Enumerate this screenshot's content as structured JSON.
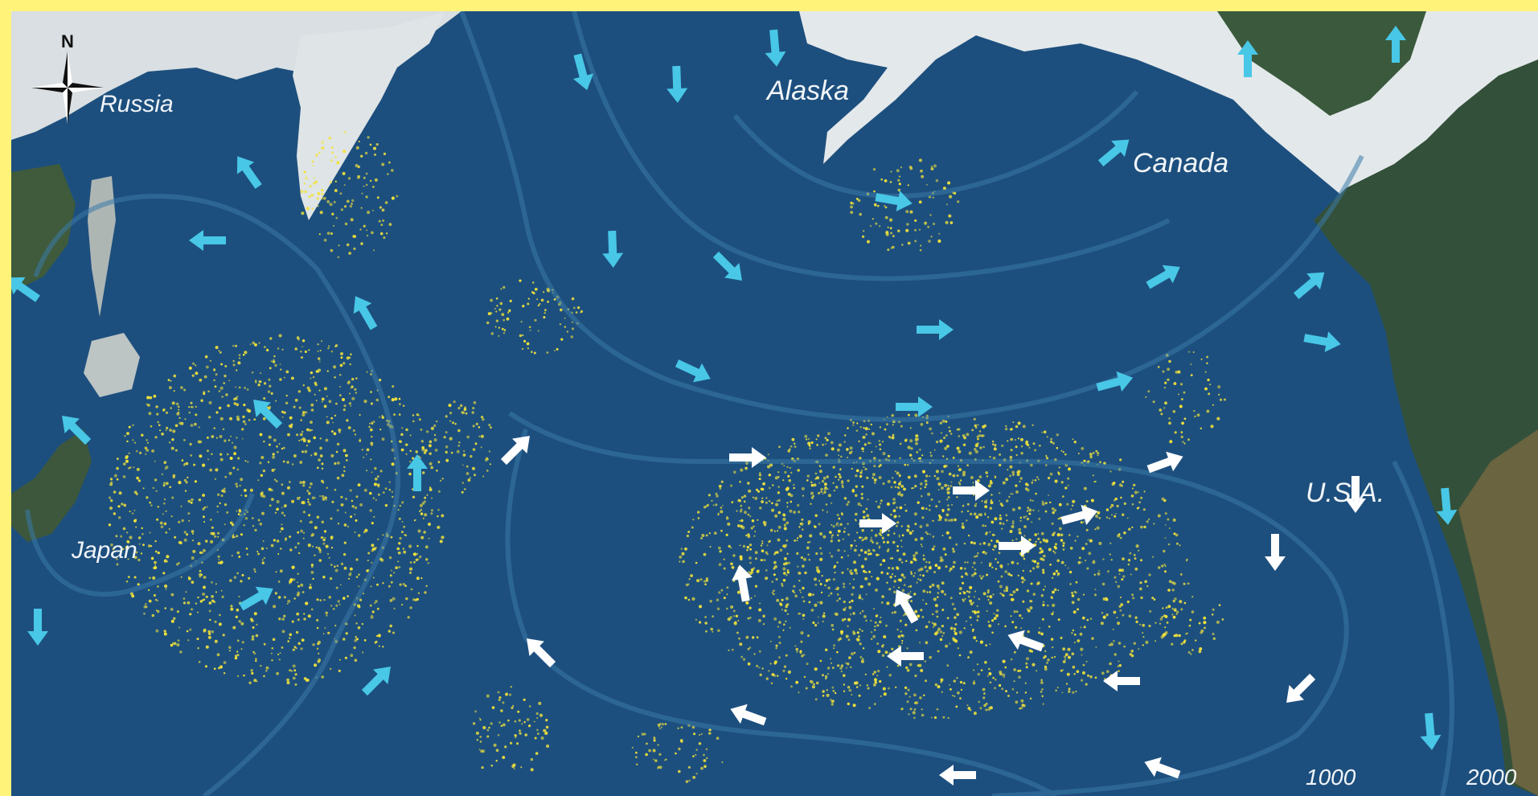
{
  "map": {
    "compass_label": "N",
    "place_labels": [
      {
        "key": "russia",
        "text": "Russia"
      },
      {
        "key": "alaska",
        "text": "Alaska"
      },
      {
        "key": "canada",
        "text": "Canada"
      },
      {
        "key": "japan",
        "text": "Japan"
      },
      {
        "key": "usa",
        "text": "U.S.A."
      }
    ],
    "scale_bar": {
      "tick_1": "1000",
      "tick_2": "2000"
    },
    "colors": {
      "ocean": "#1d4f7e",
      "land": "#2f4a32",
      "snow": "#e8edef",
      "debris": "#f2e33a",
      "current_arrow_subarctic": "#48c7e6",
      "current_arrow_gyre": "#ffffff",
      "frame": "#fff37a"
    },
    "icons": {
      "compass": "compass-rose-icon"
    }
  }
}
